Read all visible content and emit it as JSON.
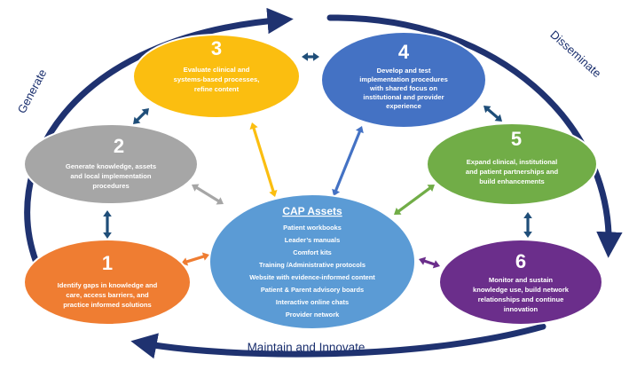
{
  "colors": {
    "stage1": "#ef7d32",
    "stage2": "#a6a6a6",
    "stage3": "#fbbe10",
    "stage4": "#4472c4",
    "stage5": "#71ad47",
    "stage6": "#6b2e8b",
    "center": "#5b9bd5",
    "cycle_arrow": "#1f3270",
    "connector": "#1f4e79"
  },
  "cycle_labels": {
    "generate": "Generate",
    "disseminate": "Disseminate",
    "maintain": "Maintain and Innovate"
  },
  "center": {
    "title": "CAP Assets",
    "items": [
      "Patient workbooks",
      "Leader’s manuals",
      "Comfort kits",
      "Training /Administrative protocols",
      "Website with evidence-informed content",
      "Patient & Parent advisory boards",
      "Interactive online chats",
      "Provider network"
    ]
  },
  "stages": [
    {
      "number": "1",
      "lines": [
        "Identify gaps in knowledge and",
        "care, access barriers, and",
        "practice informed solutions"
      ]
    },
    {
      "number": "2",
      "lines": [
        "Generate knowledge, assets",
        "and local implementation",
        "procedures"
      ]
    },
    {
      "number": "3",
      "lines": [
        "Evaluate clinical and",
        "systems-based processes,",
        "refine content"
      ]
    },
    {
      "number": "4",
      "lines": [
        "Develop and test",
        "implementation procedures",
        "with shared focus on",
        "institutional and provider",
        "experience"
      ]
    },
    {
      "number": "5",
      "lines": [
        "Expand clinical, institutional",
        "and patient partnerships and",
        "build enhancements"
      ]
    },
    {
      "number": "6",
      "lines": [
        "Monitor and sustain",
        "knowledge use, build network",
        "relationships and continue",
        "innovation"
      ]
    }
  ]
}
